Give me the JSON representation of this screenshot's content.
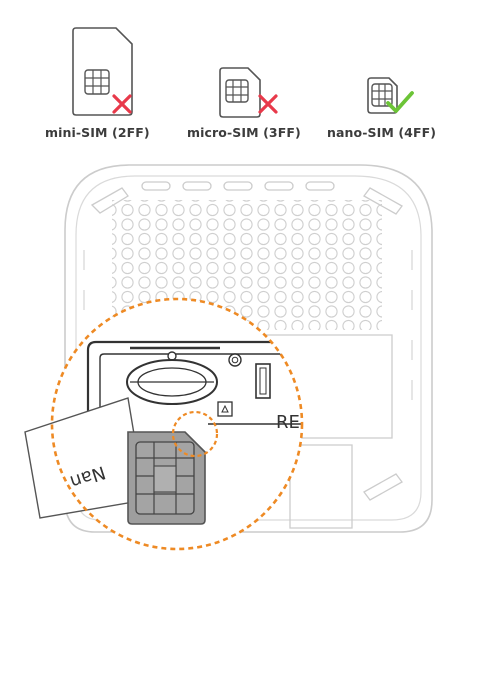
{
  "sim_types": [
    {
      "label": "mini-SIM (2FF)",
      "status": "unsupported",
      "status_icon": "cross-icon"
    },
    {
      "label": "micro-SIM (3FF)",
      "status": "unsupported",
      "status_icon": "cross-icon"
    },
    {
      "label": "nano-SIM (4FF)",
      "status": "supported",
      "status_icon": "check-icon"
    }
  ],
  "device": {
    "card_text": "Nan",
    "port_label": "RE"
  },
  "colors": {
    "cross": "#e8394a",
    "check": "#6cc437",
    "highlight": "#ee8a24",
    "outline": "#c8c8c8",
    "sim_body": "#9e9e9e",
    "line_dark": "#333333"
  }
}
